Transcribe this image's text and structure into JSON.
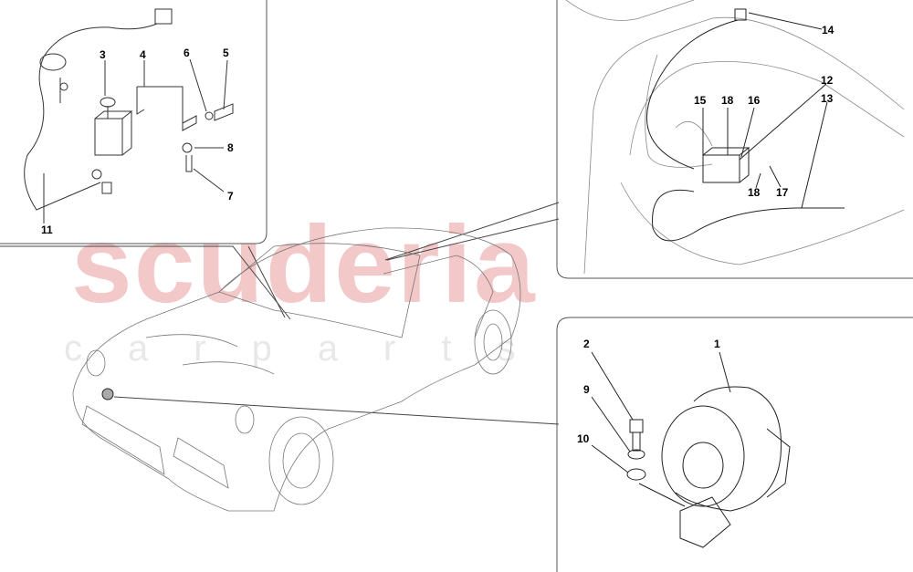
{
  "watermark": {
    "main": "scuderia",
    "sub": "carparts"
  },
  "callouts": [
    {
      "id": "c3",
      "text": "3"
    },
    {
      "id": "c4",
      "text": "4"
    },
    {
      "id": "c6",
      "text": "6"
    },
    {
      "id": "c5",
      "text": "5"
    },
    {
      "id": "c8",
      "text": "8"
    },
    {
      "id": "c7",
      "text": "7"
    },
    {
      "id": "c11",
      "text": "11"
    },
    {
      "id": "c14",
      "text": "14"
    },
    {
      "id": "c12",
      "text": "12"
    },
    {
      "id": "c13",
      "text": "13"
    },
    {
      "id": "c15",
      "text": "15"
    },
    {
      "id": "c18a",
      "text": "18"
    },
    {
      "id": "c16",
      "text": "16"
    },
    {
      "id": "c18b",
      "text": "18"
    },
    {
      "id": "c17",
      "text": "17"
    },
    {
      "id": "c1",
      "text": "1"
    },
    {
      "id": "c2",
      "text": "2"
    },
    {
      "id": "c9",
      "text": "9"
    },
    {
      "id": "c10",
      "text": "10"
    }
  ]
}
